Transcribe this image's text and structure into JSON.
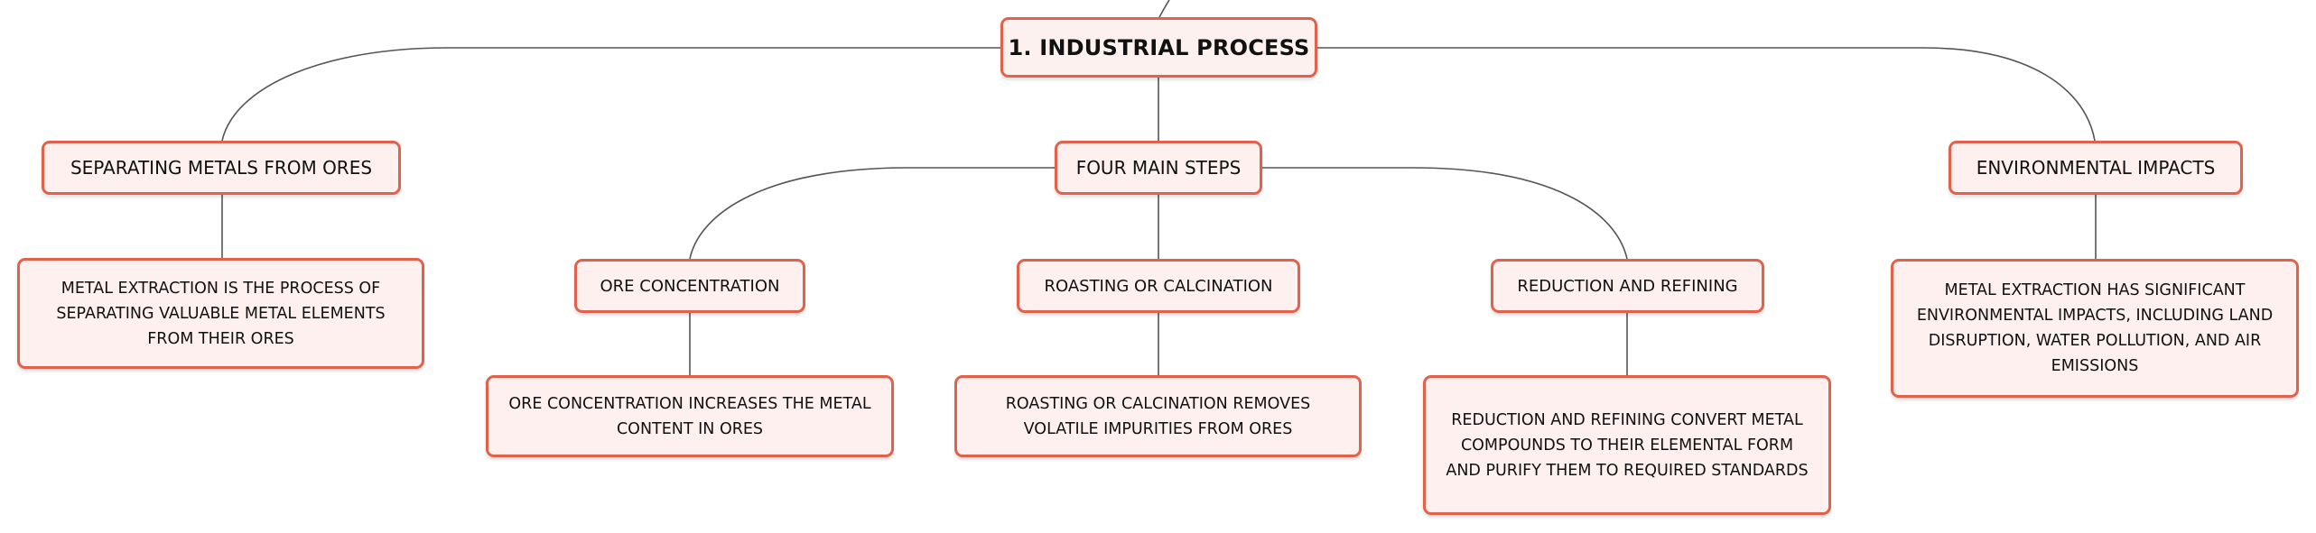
{
  "diagram": {
    "root": {
      "label": "1. INDUSTRIAL PROCESS"
    },
    "branches": [
      {
        "label": "SEPARATING METALS FROM ORES",
        "detail": "METAL EXTRACTION IS THE PROCESS OF SEPARATING VALUABLE METAL ELEMENTS FROM THEIR ORES"
      },
      {
        "label": "FOUR MAIN STEPS",
        "children": [
          {
            "label": "ORE CONCENTRATION",
            "detail": "ORE CONCENTRATION INCREASES THE METAL CONTENT IN ORES"
          },
          {
            "label": "ROASTING OR CALCINATION",
            "detail": "ROASTING OR CALCINATION REMOVES VOLATILE IMPURITIES FROM ORES"
          },
          {
            "label": "REDUCTION AND REFINING",
            "detail": "REDUCTION AND REFINING CONVERT METAL COMPOUNDS TO THEIR ELEMENTAL FORM AND PURIFY THEM TO REQUIRED STANDARDS"
          }
        ]
      },
      {
        "label": "ENVIRONMENTAL IMPACTS",
        "detail": "METAL EXTRACTION HAS SIGNIFICANT ENVIRONMENTAL IMPACTS, INCLUDING LAND DISRUPTION, WATER POLLUTION, AND AIR EMISSIONS"
      }
    ],
    "colors": {
      "node_border": "#e2614b",
      "node_fill": "#fdf0ee",
      "connector": "#555555",
      "text": "#111111"
    }
  }
}
